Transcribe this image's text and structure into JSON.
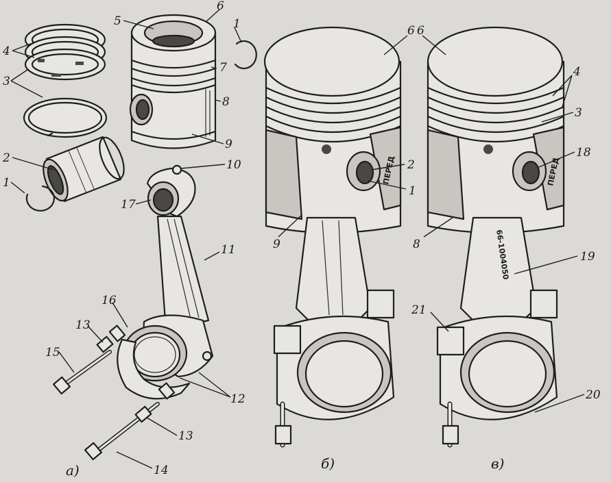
{
  "figure_captions": {
    "a": "а)",
    "b": "б)",
    "v": "в)"
  },
  "piston_marks": {
    "front_b": "ПЕРЕД",
    "front_v": "ПЕРЕД"
  },
  "rod_marking": "66-1004050",
  "callouts": {
    "a": [
      {
        "id": "a-4",
        "text": "4"
      },
      {
        "id": "a-3",
        "text": "3"
      },
      {
        "id": "a-2",
        "text": "2"
      },
      {
        "id": "a-1-left",
        "text": "1"
      },
      {
        "id": "a-5",
        "text": "5"
      },
      {
        "id": "a-6",
        "text": "6"
      },
      {
        "id": "a-1-right",
        "text": "1"
      },
      {
        "id": "a-7",
        "text": "7"
      },
      {
        "id": "a-8",
        "text": "8"
      },
      {
        "id": "a-9",
        "text": "9"
      },
      {
        "id": "a-10",
        "text": "10"
      },
      {
        "id": "a-17",
        "text": "17"
      },
      {
        "id": "a-11",
        "text": "11"
      },
      {
        "id": "a-16",
        "text": "16"
      },
      {
        "id": "a-13-top",
        "text": "13"
      },
      {
        "id": "a-15",
        "text": "15"
      },
      {
        "id": "a-12",
        "text": "12"
      },
      {
        "id": "a-13-bottom",
        "text": "13"
      },
      {
        "id": "a-14",
        "text": "14"
      }
    ],
    "b": [
      {
        "id": "b-6",
        "text": "6"
      },
      {
        "id": "b-2",
        "text": "2"
      },
      {
        "id": "b-1",
        "text": "1"
      },
      {
        "id": "b-9",
        "text": "9"
      }
    ],
    "v": [
      {
        "id": "v-6",
        "text": "6"
      },
      {
        "id": "v-4",
        "text": "4"
      },
      {
        "id": "v-3",
        "text": "3"
      },
      {
        "id": "v-18",
        "text": "18"
      },
      {
        "id": "v-8",
        "text": "8"
      },
      {
        "id": "v-19",
        "text": "19"
      },
      {
        "id": "v-21",
        "text": "21"
      },
      {
        "id": "v-20",
        "text": "20"
      }
    ]
  }
}
